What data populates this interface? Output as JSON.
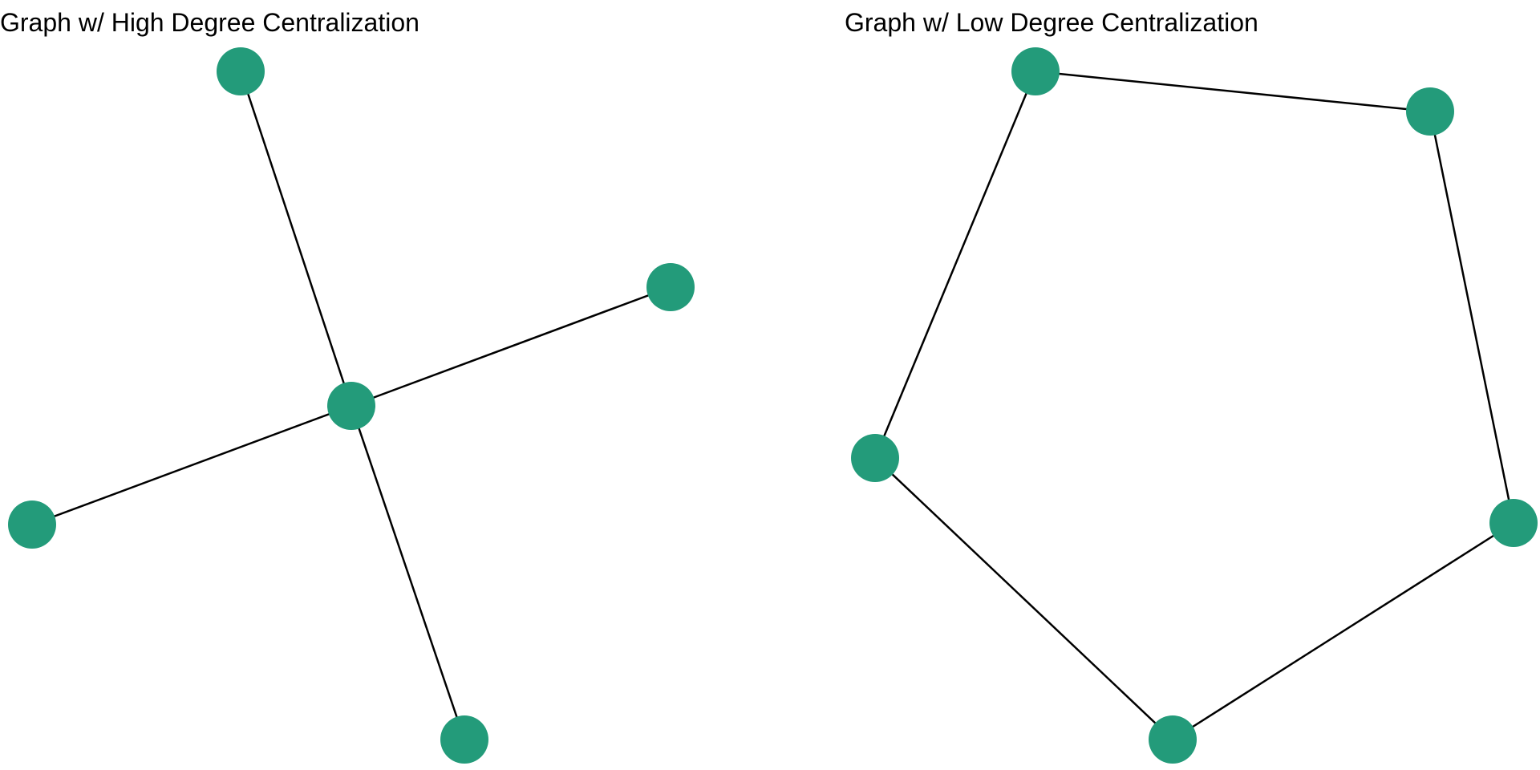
{
  "node_color": "#239B7A",
  "edge_color": "#000000",
  "graphs": [
    {
      "title": "Graph w/ High Degree Centralization",
      "nodes": [
        "center",
        "top",
        "right",
        "left",
        "bottom"
      ],
      "edges": [
        [
          "center",
          "top"
        ],
        [
          "center",
          "right"
        ],
        [
          "center",
          "left"
        ],
        [
          "center",
          "bottom"
        ]
      ]
    },
    {
      "title": "Graph w/ Low Degree Centralization",
      "nodes": [
        "top-left",
        "top-right",
        "right",
        "bottom",
        "left"
      ],
      "edges": [
        [
          "top-left",
          "top-right"
        ],
        [
          "top-right",
          "right"
        ],
        [
          "right",
          "bottom"
        ],
        [
          "bottom",
          "left"
        ],
        [
          "left",
          "top-left"
        ]
      ]
    }
  ]
}
